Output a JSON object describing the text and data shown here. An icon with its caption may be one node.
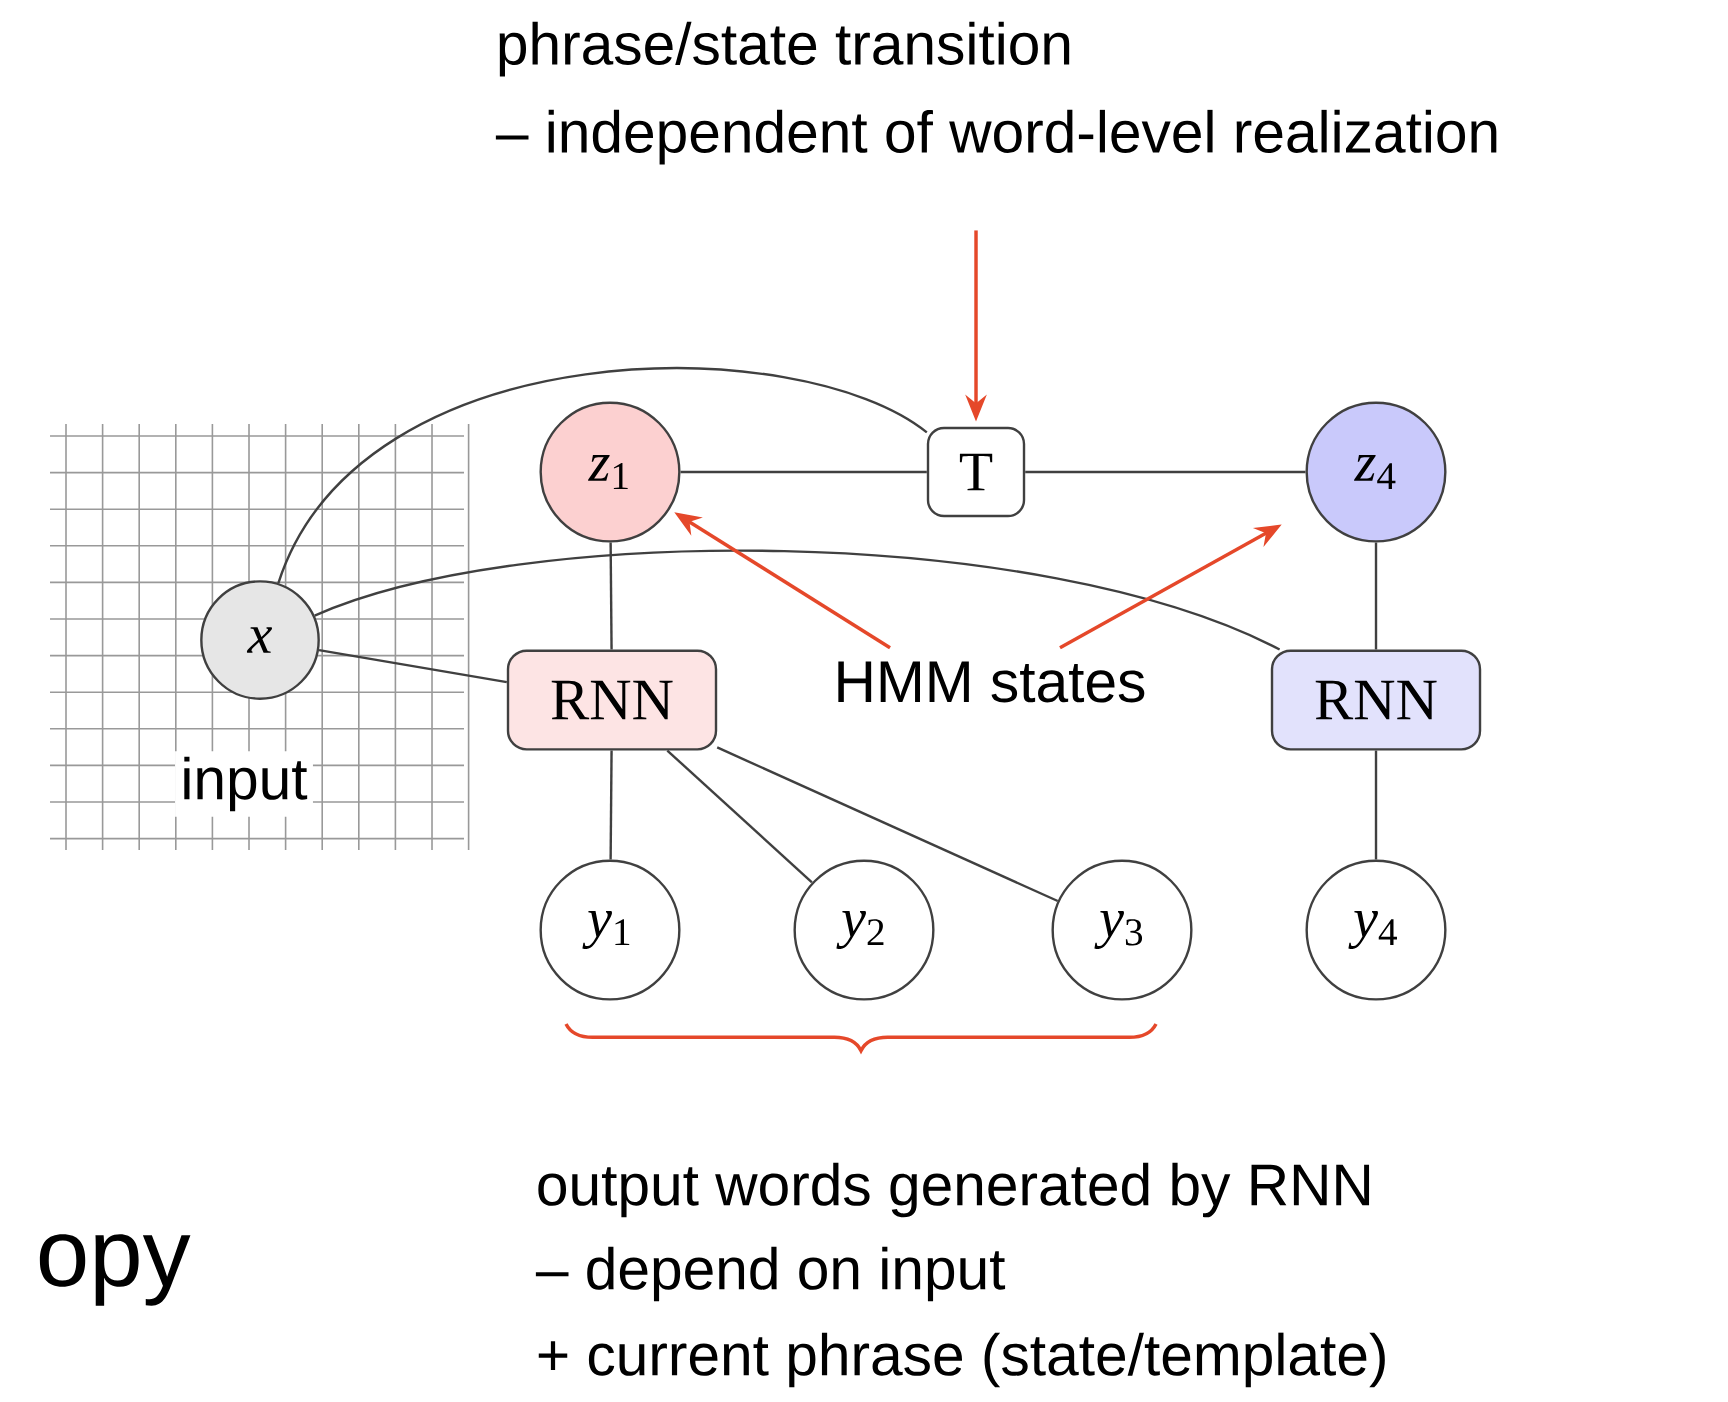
{
  "diagram": {
    "nodes": [
      {
        "text": [
          "*x*"
        ]
      },
      {
        "text": [
          "*z*$_{1}$"
        ]
      },
      {
        "text": [
          "T"
        ]
      },
      {
        "text": [
          "*z*$_{4}$"
        ]
      },
      {
        "text": [
          "RNN"
        ]
      },
      {
        "text": [
          "RNN"
        ]
      },
      {
        "text": [
          "*y*$_{1}$"
        ]
      },
      {
        "text": [
          "*y*$_{2}$"
        ]
      },
      {
        "text": [
          "*y*$_{3}$"
        ]
      },
      {
        "text": [
          "*y*$_{4}$"
        ]
      },
      {
        "text": [
          "phrase/state transition",
          "– independent of word-level realization"
        ]
      },
      {
        "text": [
          "HMM states"
        ]
      }
    ],
    "edges": [
      {
        "from": 0,
        "to": 2,
        "arrow": "none"
      },
      {
        "from": 0,
        "to": 5,
        "arrow": "none"
      },
      {
        "from": 0,
        "to": 4,
        "arrow": "none"
      },
      {
        "from": 1,
        "to": 2,
        "arrow": "none"
      },
      {
        "from": 2,
        "to": 3,
        "arrow": "none"
      },
      {
        "from": 1,
        "to": 4,
        "arrow": "none"
      },
      {
        "from": 4,
        "to": 6,
        "arrow": "none"
      },
      {
        "from": 4,
        "to": 7,
        "arrow": "none"
      },
      {
        "from": 4,
        "to": 8,
        "arrow": "none"
      },
      {
        "from": 3,
        "to": 5,
        "arrow": "none"
      },
      {
        "from": 5,
        "to": 9,
        "arrow": "none"
      },
      {
        "from": 10,
        "to": 2,
        "arrow": "to",
        "color": "#e5482a"
      },
      {
        "from": 11,
        "to": 1,
        "arrow": "to",
        "color": "#e5482a"
      },
      {
        "from": 11,
        "to": 3,
        "arrow": "to",
        "color": "#e5482a"
      }
    ],
    "labels": [
      "input",
      "output words generated by RNN",
      "– depend on input",
      "+ current phrase (state/template)",
      "opy"
    ]
  }
}
